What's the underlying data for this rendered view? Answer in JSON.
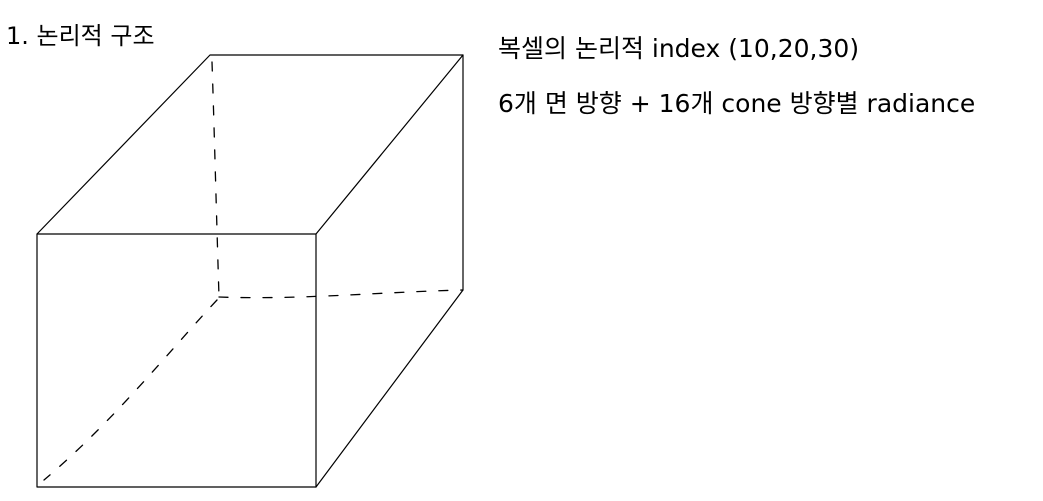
{
  "heading": "1. 논리적 구조",
  "notes": {
    "line1": "복셀의 논리적 index (10,20,30)",
    "line2": "6개 면 방향 + 16개 cone 방향별 radiance"
  }
}
